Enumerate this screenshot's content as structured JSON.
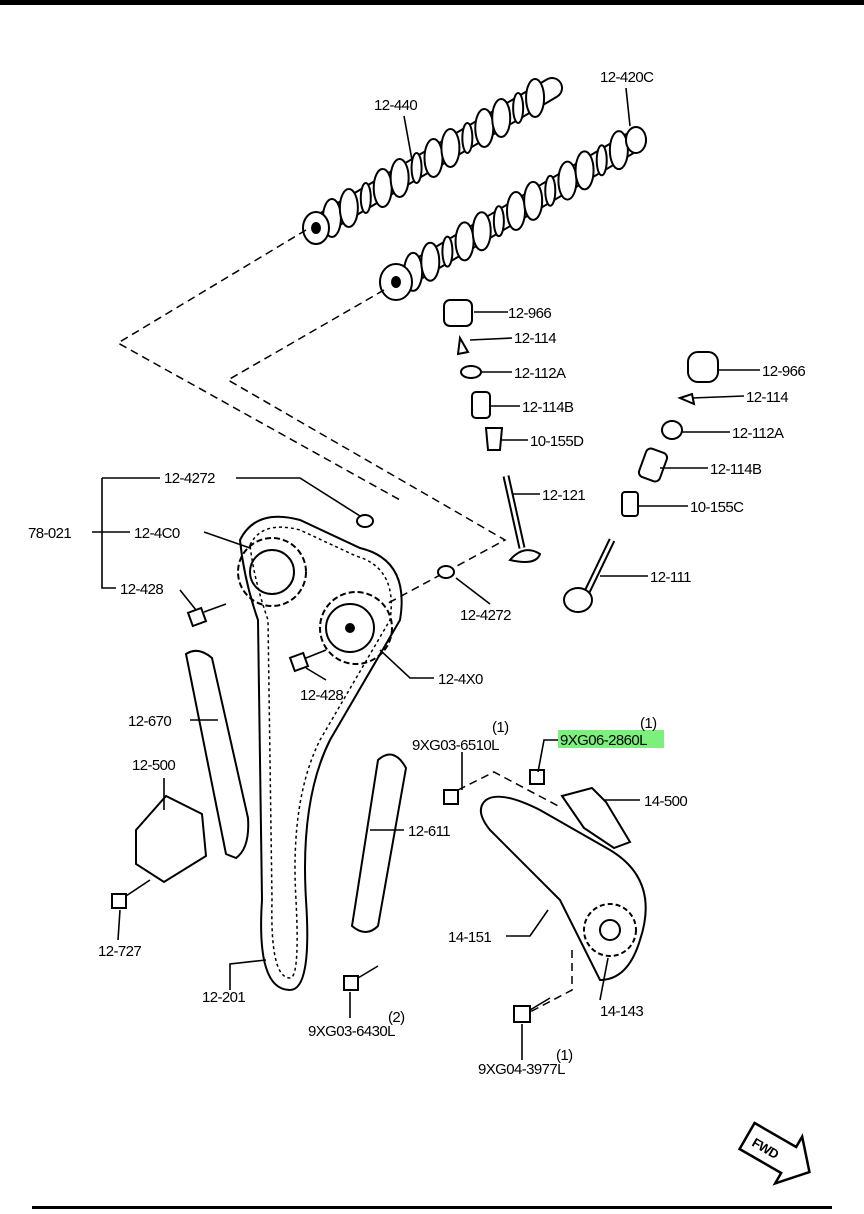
{
  "labels": {
    "intake_camshaft": "12-440",
    "exhaust_camshaft": "12-420C",
    "tappet_left": "12-966",
    "keeper_left": "12-114",
    "upper_seat_left": "12-112A",
    "spring_left": "12-114B",
    "seal_left": "10-155D",
    "intake_valve": "12-121",
    "tappet_right": "12-966",
    "keeper_right": "12-114",
    "upper_seat_right": "12-112A",
    "spring_right": "12-114B",
    "seal_right": "10-155C",
    "exhaust_valve": "12-111",
    "washer_top": "12-4272",
    "group": "78-021",
    "sprocket_exhaust": "12-4C0",
    "bolt_left": "12-428",
    "washer_right": "12-4272",
    "bolt_center": "12-428",
    "sprocket_intake": "12-4X0",
    "guide_left": "12-670",
    "tensioner": "12-500",
    "tensioner_bolt": "12-727",
    "guide_right": "12-611",
    "timing_chain": "12-201",
    "bolt_6510": "9XG03-6510L",
    "bolt_6510_qty": "(1)",
    "bolt_2860": "9XG06-2860L",
    "bolt_2860_qty": "(1)",
    "oil_pump_tensioner": "14-500",
    "oil_pump_chain": "14-151",
    "oil_pump_sprocket": "14-143",
    "bolt_6430": "9XG03-6430L",
    "bolt_6430_qty": "(2)",
    "bolt_3977": "9XG04-3977L",
    "bolt_3977_qty": "(1)",
    "fwd": "FWD"
  },
  "highlight_color": "#7CF07C"
}
